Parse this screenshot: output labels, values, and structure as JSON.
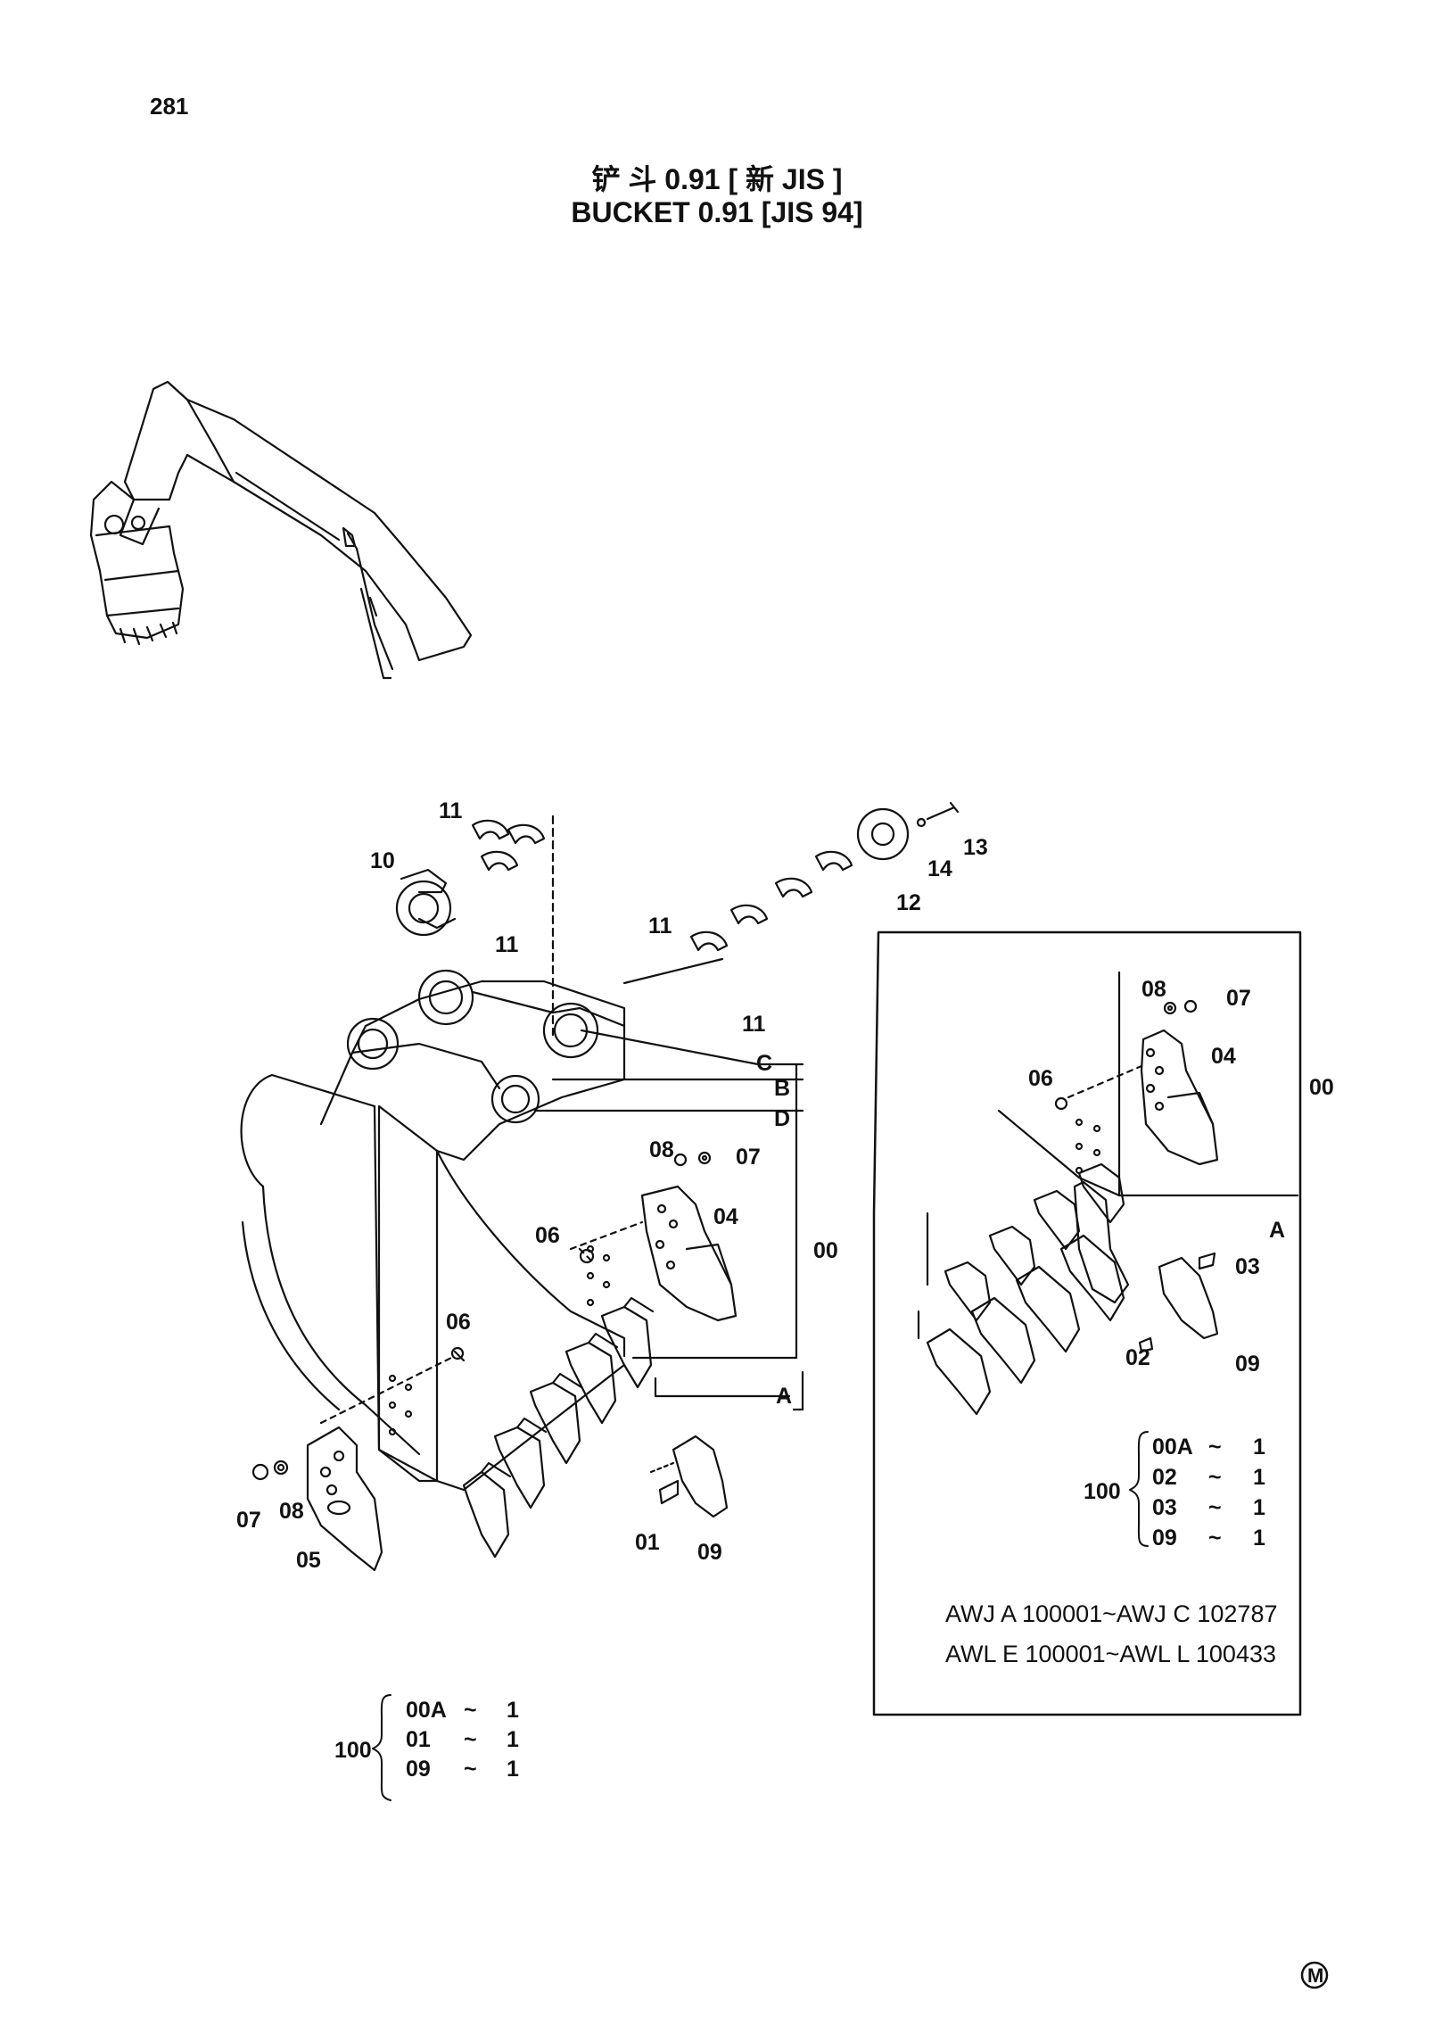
{
  "page_number": "281",
  "title_cn": "铲 斗 0.91 [ 新 JIS ]",
  "title_en": "BUCKET  0.91  [JIS 94]",
  "callouts": {
    "c11a": "11",
    "c10": "10",
    "c11b": "11",
    "c13": "13",
    "c14": "14",
    "c12": "12",
    "c11c": "11",
    "c11d": "11",
    "c08": "08",
    "c07": "07",
    "c06a": "06",
    "c04": "04",
    "c00": "00",
    "c06b": "06",
    "c07b": "07",
    "c08b": "08",
    "c05": "05",
    "c01": "01",
    "c09": "09",
    "C": "C",
    "B": "B",
    "D": "D",
    "A": "A"
  },
  "inset_callouts": {
    "c08": "08",
    "c07": "07",
    "c06": "06",
    "c04": "04",
    "c00": "00",
    "A": "A",
    "c03": "03",
    "c02": "02",
    "c09": "09"
  },
  "main_kit": {
    "number": "100",
    "rows": [
      {
        "part": "00A",
        "sep": "~",
        "qty": "1"
      },
      {
        "part": "01",
        "sep": "~",
        "qty": "1"
      },
      {
        "part": "09",
        "sep": "~",
        "qty": "1"
      }
    ]
  },
  "inset_kit": {
    "number": "100",
    "rows": [
      {
        "part": "00A",
        "sep": "~",
        "qty": "1"
      },
      {
        "part": "02",
        "sep": "~",
        "qty": "1"
      },
      {
        "part": "03",
        "sep": "~",
        "qty": "1"
      },
      {
        "part": "09",
        "sep": "~",
        "qty": "1"
      }
    ]
  },
  "serial_ranges": [
    "AWJ A 100001~AWJ C 102787",
    "AWL E 100001~AWL L 100433"
  ],
  "corner_mark": "M"
}
